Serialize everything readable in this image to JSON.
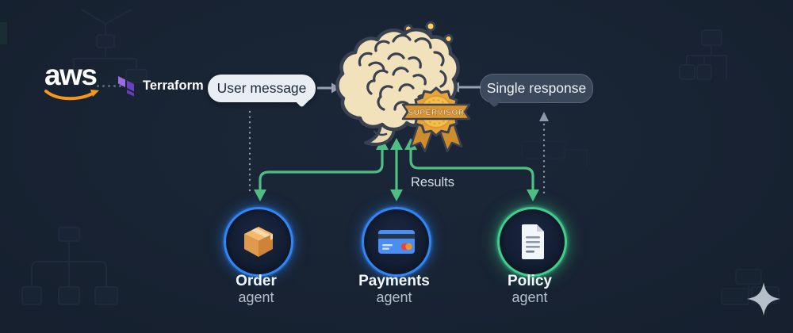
{
  "header": {
    "aws_logo_text": "aws",
    "terraform_logo_text": "Terraform"
  },
  "flow": {
    "user_message_label": "User message",
    "single_response_label": "Single response",
    "results_label": "Results",
    "supervisor_badge_label": "SUPERVISOR"
  },
  "agents": [
    {
      "name": "Order",
      "role": "agent",
      "icon": "package-box-icon",
      "ring_color": "#2f86f7"
    },
    {
      "name": "Payments",
      "role": "agent",
      "icon": "credit-card-icon",
      "ring_color": "#2f86f7"
    },
    {
      "name": "Policy",
      "role": "agent",
      "icon": "policy-document-icon",
      "ring_color": "#3ecf8e"
    }
  ],
  "colors": {
    "background": "#16202f",
    "connector_green": "#4fbe82",
    "connector_gray": "#97a1b2",
    "user_bubble": "#e9eef4",
    "response_bubble": "#4d5a6e",
    "aws_orange": "#f49819",
    "terraform_purple": "#7b42bc",
    "brain_cream": "#f2e2bb",
    "supervisor_gold": "#f3b33d"
  },
  "decorations": {
    "sparkle": "sparkle-icon",
    "background_motif": "org-chart-icon"
  }
}
